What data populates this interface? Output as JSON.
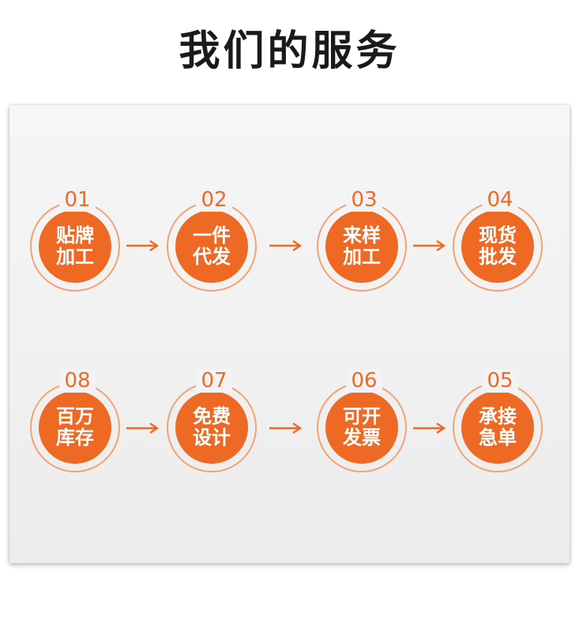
{
  "title": "我们的服务",
  "colors": {
    "accent": "#ee6a24",
    "ring": "#f3a274",
    "title": "#1a1a1a"
  },
  "icons": {
    "arrow": "right-arrow-icon"
  },
  "steps": [
    {
      "num": "01",
      "line1": "贴牌",
      "line2": "加工"
    },
    {
      "num": "02",
      "line1": "一件",
      "line2": "代发"
    },
    {
      "num": "03",
      "line1": "来样",
      "line2": "加工"
    },
    {
      "num": "04",
      "line1": "现货",
      "line2": "批发"
    },
    {
      "num": "05",
      "line1": "承接",
      "line2": "急单"
    },
    {
      "num": "06",
      "line1": "可开",
      "line2": "发票"
    },
    {
      "num": "07",
      "line1": "免费",
      "line2": "设计"
    },
    {
      "num": "08",
      "line1": "百万",
      "line2": "库存"
    }
  ]
}
